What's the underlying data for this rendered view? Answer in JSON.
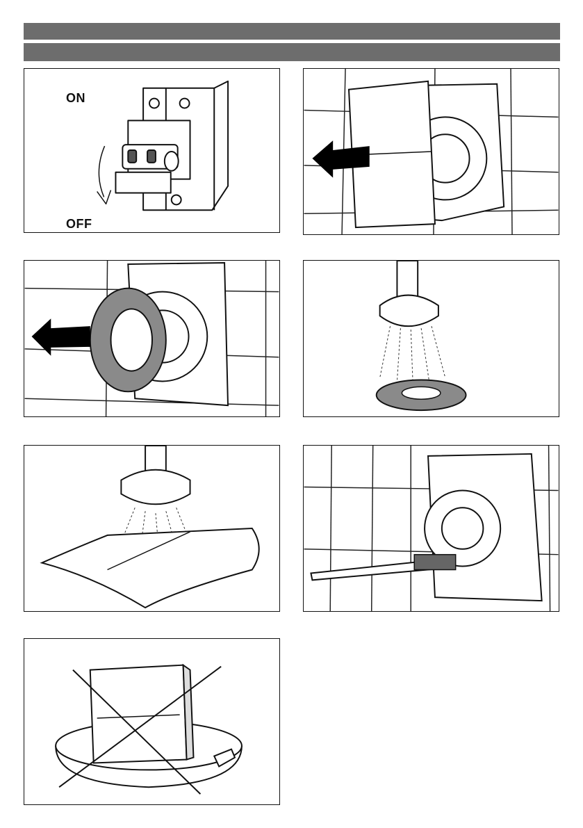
{
  "header": {
    "bar_color": "#6d6d6d"
  },
  "steps": [
    {
      "id": "switch-off",
      "labels": {
        "on": "ON",
        "off": "OFF"
      }
    },
    {
      "id": "remove-front-cover",
      "arrow": "arrow-left-icon"
    },
    {
      "id": "remove-filter",
      "arrow": "arrow-left-icon"
    },
    {
      "id": "rinse-filter"
    },
    {
      "id": "rinse-front-cover"
    },
    {
      "id": "clean-fan-body"
    },
    {
      "id": "do-not-immerse",
      "icon": "cross-out-icon"
    }
  ]
}
